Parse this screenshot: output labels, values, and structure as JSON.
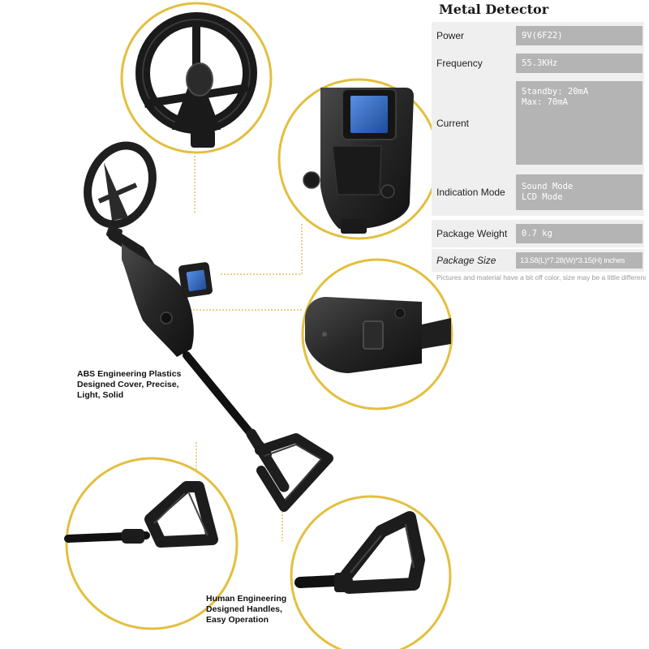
{
  "specs": {
    "title": "Metal Detector",
    "rows": [
      {
        "label": "Power",
        "value": [
          "9V(6F22)"
        ]
      },
      {
        "label": "Frequency",
        "value": [
          "55.3KHz"
        ]
      },
      {
        "label": "Current",
        "value": [
          "Standby: 20mA",
          "Max: 70mA"
        ]
      },
      {
        "label": "Indication Mode",
        "value": [
          "Sound Mode",
          "LCD Mode"
        ]
      },
      {
        "label": "Package Weight",
        "value": [
          "0.7 kg"
        ]
      },
      {
        "label": "Package Size",
        "value": [
          "13.58(L)*7.28(W)*3.15(H) inches"
        ]
      }
    ],
    "note": "Pictures and material have a bit off color, size may be a little difference"
  },
  "captions": {
    "plastics": [
      "ABS Engineering Plastics",
      "Designed Cover, Precise,",
      "Light, Solid"
    ],
    "handles": [
      "Human Engineering",
      "Designed Handles,",
      "Easy Operation"
    ]
  },
  "colors": {
    "callout_ring": "#e3bf3e",
    "leader_line": "#d9b440",
    "device_body": "#2a2a2a",
    "lcd_screen": "#2f63b5",
    "spec_row_bg": "#efefef",
    "spec_value_bg": "#b4b4b4"
  }
}
